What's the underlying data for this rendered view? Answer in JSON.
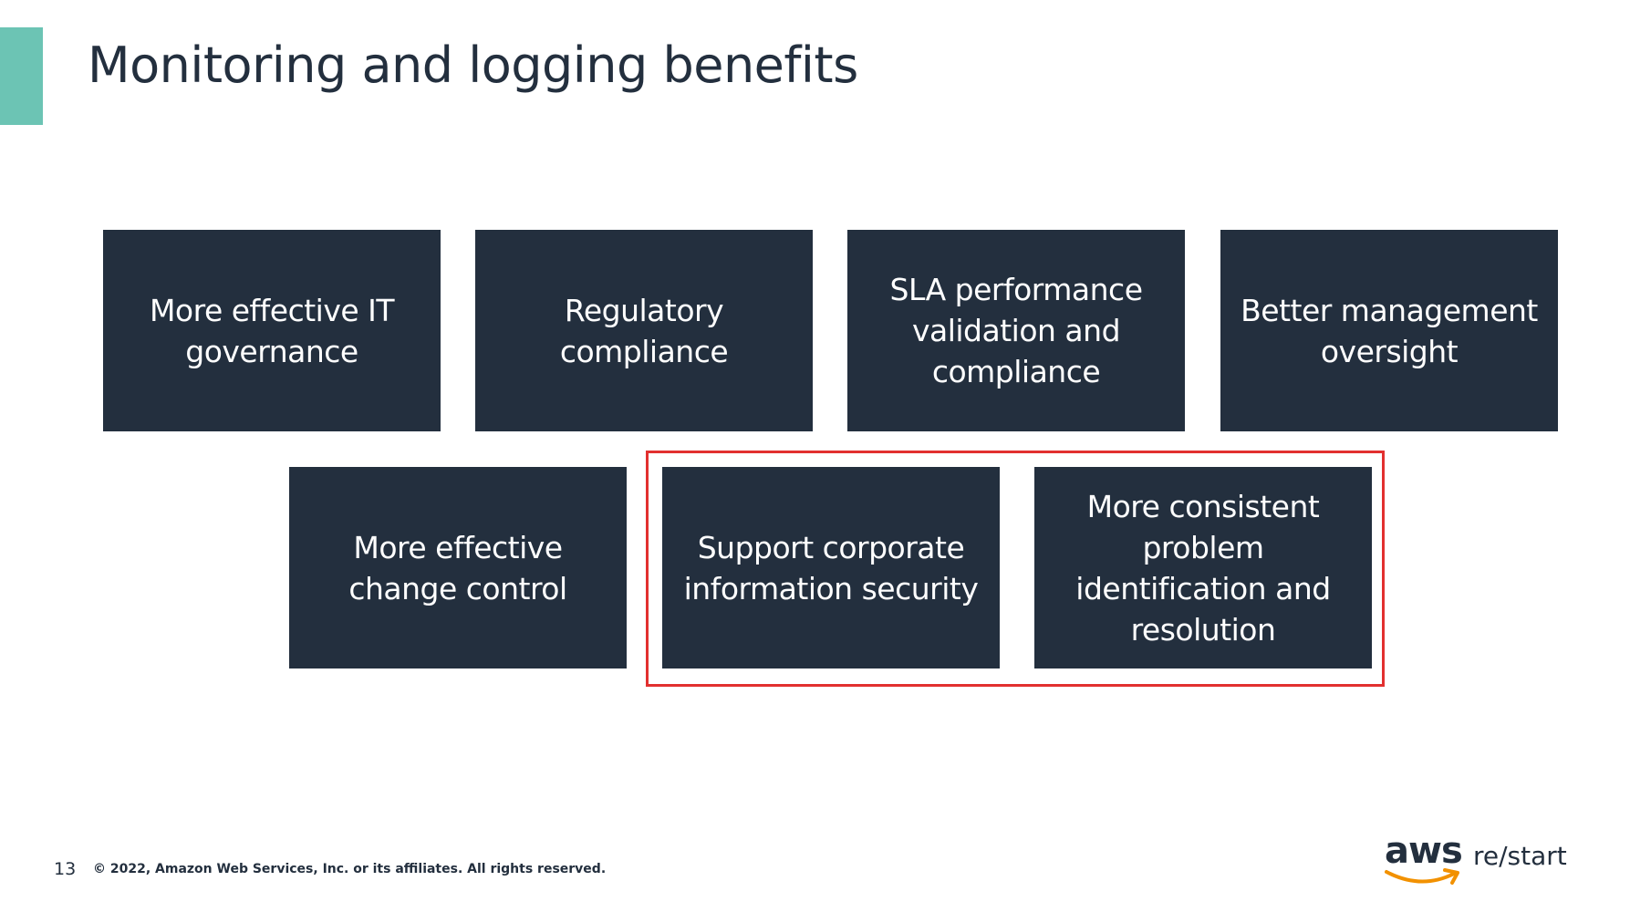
{
  "slide": {
    "title": "Monitoring and logging benefits",
    "page_number": "13",
    "copyright": "© 2022, Amazon Web Services, Inc. or its affiliates. All rights reserved."
  },
  "benefits": [
    "More effective IT governance",
    "Regulatory compliance",
    "SLA performance validation and compliance",
    "Better management oversight",
    "More effective change control",
    "Support corporate information security",
    "More consistent problem identification and resolution"
  ],
  "logo": {
    "brand": "aws",
    "product": "re/start"
  },
  "colors": {
    "accent": "#6cc4b4",
    "box": "#232f3e",
    "highlight": "#e2302f",
    "smile": "#f29100"
  }
}
